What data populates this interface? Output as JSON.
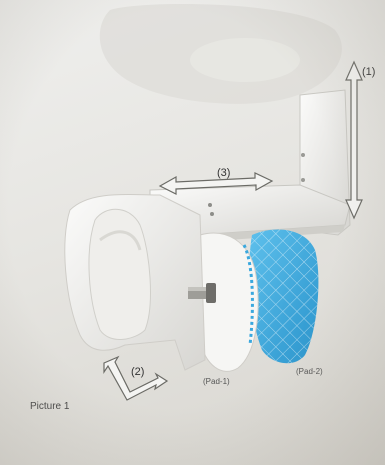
{
  "labels": {
    "arrow_1": "(1)",
    "arrow_2": "(2)",
    "arrow_3": "(3)",
    "pad_1": "(Pad-1)",
    "pad_2": "(Pad-2)"
  },
  "caption": "Picture 1",
  "colors": {
    "pad_blue": "#3aa8de",
    "plastic": "#f3f3f1",
    "background": "#e6e5e1"
  }
}
